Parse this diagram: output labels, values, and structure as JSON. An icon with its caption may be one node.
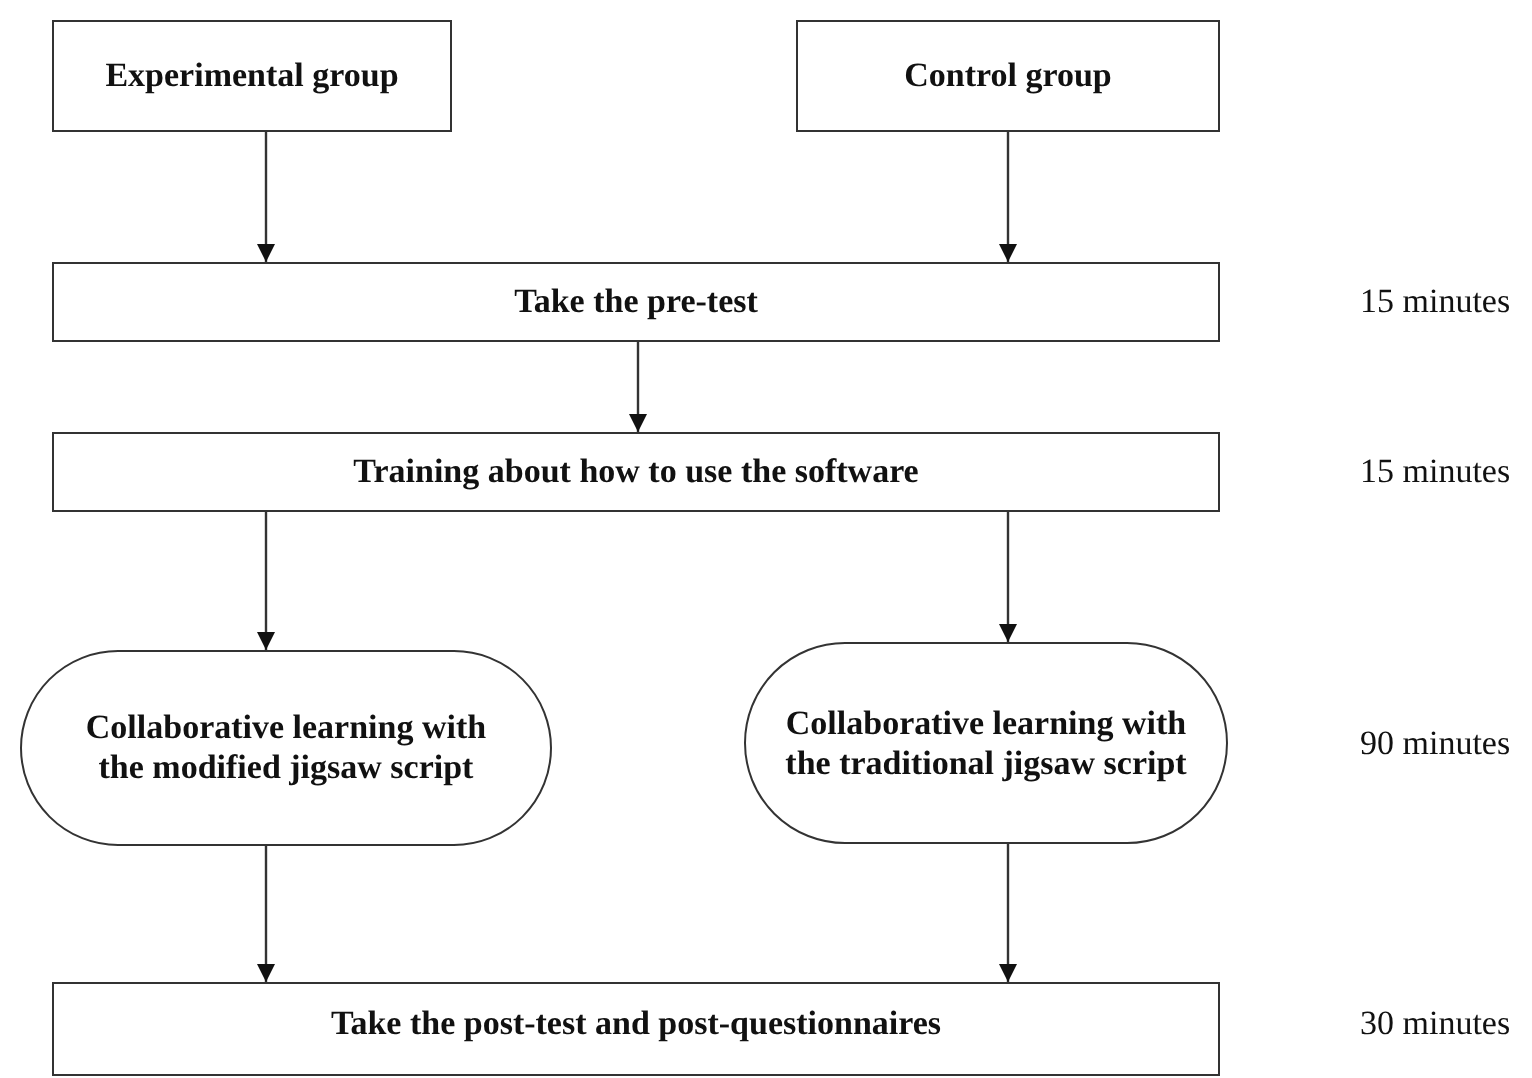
{
  "diagram": {
    "nodes": [
      {
        "text": [
          "Experimental group"
        ]
      },
      {
        "text": [
          "Control group"
        ]
      },
      {
        "text": [
          "Take the pre-test"
        ]
      },
      {
        "text": [
          "Training about how to use the software"
        ]
      },
      {
        "text": [
          "Collaborative learning with the modified jigsaw script"
        ]
      },
      {
        "text": [
          "Collaborative learning with the traditional jigsaw script"
        ]
      },
      {
        "text": [
          "Take the post-test and post-questionnaires"
        ]
      }
    ],
    "labels": [
      "15 minutes",
      "15 minutes",
      "90 minutes",
      "30 minutes"
    ],
    "edges": [
      {
        "from": 0,
        "to": 2,
        "arrow": "to"
      },
      {
        "from": 1,
        "to": 2,
        "arrow": "to"
      },
      {
        "from": 2,
        "to": 3,
        "arrow": "to"
      },
      {
        "from": 3,
        "to": 4,
        "arrow": "to"
      },
      {
        "from": 3,
        "to": 5,
        "arrow": "to"
      },
      {
        "from": 4,
        "to": 6,
        "arrow": "to"
      },
      {
        "from": 5,
        "to": 6,
        "arrow": "to"
      }
    ]
  }
}
